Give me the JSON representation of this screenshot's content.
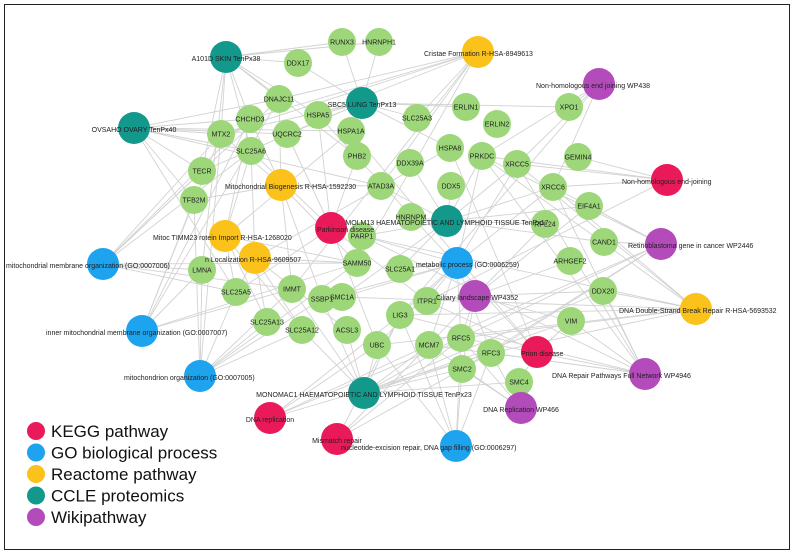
{
  "colors": {
    "kegg": "#ea1a5a",
    "go": "#1ea3ee",
    "reactome": "#fbc21c",
    "ccle": "#13988c",
    "wiki": "#b34bbb",
    "gene": "#9dd77a"
  },
  "legend": [
    {
      "label": "KEGG pathway",
      "type": "kegg"
    },
    {
      "label": "GO biological process",
      "type": "go"
    },
    {
      "label": "Reactome pathway",
      "type": "reactome"
    },
    {
      "label": "CCLE proteomics",
      "type": "ccle"
    },
    {
      "label": "Wikipathway",
      "type": "wiki"
    }
  ],
  "nodes": [
    {
      "id": "RUNX3",
      "label": "RUNX3",
      "type": "gene"
    },
    {
      "id": "HNRNPH1",
      "label": "HNRNPH1",
      "type": "gene"
    },
    {
      "id": "DDX17",
      "label": "DDX17",
      "type": "gene"
    },
    {
      "id": "DNAJC11",
      "label": "DNAJC11",
      "type": "gene"
    },
    {
      "id": "CHCHD3",
      "label": "CHCHD3",
      "type": "gene"
    },
    {
      "id": "HSPA5",
      "label": "HSPA5",
      "type": "gene"
    },
    {
      "id": "UQCRC2",
      "label": "UQCRC2",
      "type": "gene"
    },
    {
      "id": "HSPA1A",
      "label": "HSPA1A",
      "type": "gene"
    },
    {
      "id": "SLC25A3",
      "label": "SLC25A3",
      "type": "gene"
    },
    {
      "id": "ERLIN1",
      "label": "ERLIN1",
      "type": "gene"
    },
    {
      "id": "ERLIN2",
      "label": "ERLIN2",
      "type": "gene"
    },
    {
      "id": "XPO1",
      "label": "XPO1",
      "type": "gene"
    },
    {
      "id": "MTX2",
      "label": "MTX2",
      "type": "gene"
    },
    {
      "id": "SLC25A6",
      "label": "SLC25A6",
      "type": "gene"
    },
    {
      "id": "PHB2",
      "label": "PHB2",
      "type": "gene"
    },
    {
      "id": "HSPA8",
      "label": "HSPA8",
      "type": "gene"
    },
    {
      "id": "DDX39A",
      "label": "DDX39A",
      "type": "gene"
    },
    {
      "id": "PRKDC",
      "label": "PRKDC",
      "type": "gene"
    },
    {
      "id": "XRCC5",
      "label": "XRCC5",
      "type": "gene"
    },
    {
      "id": "GEMIN4",
      "label": "GEMIN4",
      "type": "gene"
    },
    {
      "id": "TECR",
      "label": "TECR",
      "type": "gene"
    },
    {
      "id": "ATAD3A",
      "label": "ATAD3A",
      "type": "gene"
    },
    {
      "id": "DDX5",
      "label": "DDX5",
      "type": "gene"
    },
    {
      "id": "XRCC6",
      "label": "XRCC6",
      "type": "gene"
    },
    {
      "id": "TFB2M",
      "label": "TFB2M",
      "type": "gene"
    },
    {
      "id": "EIF4A1",
      "label": "EIF4A1",
      "type": "gene"
    },
    {
      "id": "HNRNPM",
      "label": "HNRNPM",
      "type": "gene"
    },
    {
      "id": "RPL24",
      "label": "RPL24",
      "type": "gene"
    },
    {
      "id": "PARP1",
      "label": "PARP1",
      "type": "gene"
    },
    {
      "id": "CAND1",
      "label": "CAND1",
      "type": "gene"
    },
    {
      "id": "LMNA",
      "label": "LMNA",
      "type": "gene"
    },
    {
      "id": "ARHGEF2",
      "label": "ARHGEF2",
      "type": "gene"
    },
    {
      "id": "SAMM50",
      "label": "SAMM50",
      "type": "gene"
    },
    {
      "id": "SLC25A1",
      "label": "SLC25A1",
      "type": "gene"
    },
    {
      "id": "SLC25A5",
      "label": "SLC25A5",
      "type": "gene"
    },
    {
      "id": "IMMT",
      "label": "IMMT",
      "type": "gene"
    },
    {
      "id": "SMC1A",
      "label": "SMC1A",
      "type": "gene"
    },
    {
      "id": "DDX20",
      "label": "DDX20",
      "type": "gene"
    },
    {
      "id": "SSBP1",
      "label": "SSBP1",
      "type": "gene"
    },
    {
      "id": "ITPR1",
      "label": "ITPR1",
      "type": "gene"
    },
    {
      "id": "LIG3",
      "label": "LIG3",
      "type": "gene"
    },
    {
      "id": "SLC25A13",
      "label": "SLC25A13",
      "type": "gene"
    },
    {
      "id": "SLC25A12",
      "label": "SLC25A12",
      "type": "gene"
    },
    {
      "id": "ACSL3",
      "label": "ACSL3",
      "type": "gene"
    },
    {
      "id": "VIM",
      "label": "VIM",
      "type": "gene"
    },
    {
      "id": "RFC5",
      "label": "RFC5",
      "type": "gene"
    },
    {
      "id": "UBC",
      "label": "UBC",
      "type": "gene"
    },
    {
      "id": "MCM7",
      "label": "MCM7",
      "type": "gene"
    },
    {
      "id": "RFC3",
      "label": "RFC3",
      "type": "gene"
    },
    {
      "id": "SMC2",
      "label": "SMC2",
      "type": "gene"
    },
    {
      "id": "SMC4",
      "label": "SMC4",
      "type": "gene"
    },
    {
      "id": "A101D",
      "label": "A101D SKIN TenPx38",
      "type": "ccle"
    },
    {
      "id": "SBC5",
      "label": "SBC5 LUNG TenPx13",
      "type": "ccle"
    },
    {
      "id": "OVSAHO",
      "label": "OVSAHO OVARY TenPx40",
      "type": "ccle"
    },
    {
      "id": "MOLM13",
      "label": "MOLM13 HAEMATOPOIETIC AND LYMPHOID TISSUE TenPx17",
      "type": "ccle"
    },
    {
      "id": "MONOMAC1",
      "label": "MONOMAC1 HAEMATOPOIETIC AND LYMPHOID TISSUE TenPx23",
      "type": "ccle"
    },
    {
      "id": "CRISTAE",
      "label": "Cristae Formation R-HSA-8949613",
      "type": "reactome"
    },
    {
      "id": "MITOBIO",
      "label": "Mitochondrial Biogenesis R-HSA-1592230",
      "type": "reactome"
    },
    {
      "id": "TIMM23",
      "label": "Mitoc TIMM23 rotein Import R-HSA-1268020",
      "type": "reactome"
    },
    {
      "id": "PROTLOC",
      "label": "n Localization R-HSA-9609507",
      "type": "reactome"
    },
    {
      "id": "DSBR",
      "label": "DNA Double-Strand Break Repair R-HSA-5693532",
      "type": "reactome"
    },
    {
      "id": "PARKINSON",
      "label": "Parkinson disease",
      "type": "kegg"
    },
    {
      "id": "NHEJK",
      "label": "Non-homologous end-joining",
      "type": "kegg"
    },
    {
      "id": "PRION",
      "label": "Prion disease",
      "type": "kegg"
    },
    {
      "id": "DNAREPK",
      "label": "DNA replication",
      "type": "kegg"
    },
    {
      "id": "MISMATCH",
      "label": "Mismatch repair",
      "type": "kegg"
    },
    {
      "id": "NHEJW",
      "label": "Non-homologous end joining WP438",
      "type": "wiki"
    },
    {
      "id": "RB",
      "label": "Retinoblastoma gene in cancer WP2446",
      "type": "wiki"
    },
    {
      "id": "CILIARY",
      "label": "Ciliary landscape WP4352",
      "type": "wiki"
    },
    {
      "id": "DNAREPAIRW",
      "label": "DNA Repair Pathways Full Network WP4946",
      "type": "wiki"
    },
    {
      "id": "DNAREPW",
      "label": "DNA Replication WP466",
      "type": "wiki"
    },
    {
      "id": "MMO",
      "label": "mitochondrial membrane organization (GO:0007006)",
      "type": "go"
    },
    {
      "id": "IMMO",
      "label": "inner mitochondrial membrane organization (GO:0007007)",
      "type": "go"
    },
    {
      "id": "MITOORG",
      "label": "mitochondrion organization (GO:0007005)",
      "type": "go"
    },
    {
      "id": "METAB",
      "label": "metabolic process (GO:0006259)",
      "type": "go"
    },
    {
      "id": "NER",
      "label": "nucleotide-excision repair, DNA gap filling (GO:0006297)",
      "type": "go"
    }
  ],
  "edges": [
    [
      "A101D",
      "DDX17"
    ],
    [
      "A101D",
      "DNAJC11"
    ],
    [
      "A101D",
      "CHCHD3"
    ],
    [
      "A101D",
      "MTX2"
    ],
    [
      "A101D",
      "HSPA5"
    ],
    [
      "A101D",
      "TECR"
    ],
    [
      "A101D",
      "SLC25A6"
    ],
    [
      "A101D",
      "RUNX3"
    ],
    [
      "A101D",
      "HNRNPH1"
    ],
    [
      "A101D",
      "PHB2"
    ],
    [
      "A101D",
      "LMNA"
    ],
    [
      "SBC5",
      "HSPA5"
    ],
    [
      "SBC5",
      "HSPA1A"
    ],
    [
      "SBC5",
      "HSPA8"
    ],
    [
      "SBC5",
      "ERLIN1"
    ],
    [
      "SBC5",
      "DDX17"
    ],
    [
      "SBC5",
      "SLC25A3"
    ],
    [
      "SBC5",
      "UQCRC2"
    ],
    [
      "SBC5",
      "XPO1"
    ],
    [
      "SBC5",
      "RUNX3"
    ],
    [
      "SBC5",
      "HNRNPH1"
    ],
    [
      "SBC5",
      "MTX2"
    ],
    [
      "SBC5",
      "PHB2"
    ],
    [
      "SBC5",
      "TECR"
    ],
    [
      "OVSAHO",
      "MTX2"
    ],
    [
      "OVSAHO",
      "CHCHD3"
    ],
    [
      "OVSAHO",
      "TECR"
    ],
    [
      "OVSAHO",
      "DNAJC11"
    ],
    [
      "OVSAHO",
      "SLC25A6"
    ],
    [
      "OVSAHO",
      "UQCRC2"
    ],
    [
      "OVSAHO",
      "HSPA1A"
    ],
    [
      "OVSAHO",
      "ATAD3A"
    ],
    [
      "OVSAHO",
      "SLC25A5"
    ],
    [
      "OVSAHO",
      "TFB2M"
    ],
    [
      "CRISTAE",
      "CHCHD3"
    ],
    [
      "CRISTAE",
      "DNAJC11"
    ],
    [
      "CRISTAE",
      "MTX2"
    ],
    [
      "CRISTAE",
      "SAMM50"
    ],
    [
      "CRISTAE",
      "IMMT"
    ],
    [
      "CRISTAE",
      "HSPA5"
    ],
    [
      "CRISTAE",
      "SLC25A3"
    ],
    [
      "CRISTAE",
      "ATAD3A"
    ],
    [
      "MITOBIO",
      "CHCHD3"
    ],
    [
      "MITOBIO",
      "MTX2"
    ],
    [
      "MITOBIO",
      "SAMM50"
    ],
    [
      "MITOBIO",
      "IMMT"
    ],
    [
      "MITOBIO",
      "TFB2M"
    ],
    [
      "MITOBIO",
      "DNAJC11"
    ],
    [
      "MITOBIO",
      "ATAD3A"
    ],
    [
      "MITOBIO",
      "SSBP1"
    ],
    [
      "TIMM23",
      "SLC25A6"
    ],
    [
      "TIMM23",
      "SAMM50"
    ],
    [
      "TIMM23",
      "CHCHD3"
    ],
    [
      "TIMM23",
      "SLC25A12"
    ],
    [
      "TIMM23",
      "SLC25A13"
    ],
    [
      "TIMM23",
      "HSPA1A"
    ],
    [
      "TIMM23",
      "SLC25A5"
    ],
    [
      "PROTLOC",
      "SLC25A6"
    ],
    [
      "PROTLOC",
      "SLC25A5"
    ],
    [
      "PROTLOC",
      "SAMM50"
    ],
    [
      "PROTLOC",
      "SLC25A12"
    ],
    [
      "PROTLOC",
      "SLC25A13"
    ],
    [
      "PROTLOC",
      "ACSL3"
    ],
    [
      "PROTLOC",
      "HSPA8"
    ],
    [
      "PARKINSON",
      "SLC25A6"
    ],
    [
      "PARKINSON",
      "UQCRC2"
    ],
    [
      "PARKINSON",
      "SLC25A5"
    ],
    [
      "PARKINSON",
      "UBC"
    ],
    [
      "PARKINSON",
      "HSPA5"
    ],
    [
      "PARKINSON",
      "ITPR1"
    ],
    [
      "PARKINSON",
      "PHB2"
    ],
    [
      "MMO",
      "SAMM50"
    ],
    [
      "MMO",
      "CHCHD3"
    ],
    [
      "MMO",
      "MTX2"
    ],
    [
      "MMO",
      "IMMT"
    ],
    [
      "MMO",
      "LMNA"
    ],
    [
      "MMO",
      "SLC25A6"
    ],
    [
      "MMO",
      "DNAJC11"
    ],
    [
      "MMO",
      "SLC25A5"
    ],
    [
      "MMO",
      "TECR"
    ],
    [
      "IMMO",
      "CHCHD3"
    ],
    [
      "IMMO",
      "IMMT"
    ],
    [
      "IMMO",
      "DNAJC11"
    ],
    [
      "IMMO",
      "SAMM50"
    ],
    [
      "IMMO",
      "MTX2"
    ],
    [
      "IMMO",
      "TFB2M"
    ],
    [
      "IMMO",
      "LMNA"
    ],
    [
      "MITOORG",
      "SAMM50"
    ],
    [
      "MITOORG",
      "TFB2M"
    ],
    [
      "MITOORG",
      "SSBP1"
    ],
    [
      "MITOORG",
      "SLC25A5"
    ],
    [
      "MITOORG",
      "IMMT"
    ],
    [
      "MITOORG",
      "LMNA"
    ],
    [
      "MITOORG",
      "SLC25A13"
    ],
    [
      "MITOORG",
      "SLC25A12"
    ],
    [
      "MITOORG",
      "MTX2"
    ],
    [
      "MOLM13",
      "DDX5"
    ],
    [
      "MOLM13",
      "DDX39A"
    ],
    [
      "MOLM13",
      "PARP1"
    ],
    [
      "MOLM13",
      "XRCC5"
    ],
    [
      "MOLM13",
      "XRCC6"
    ],
    [
      "MOLM13",
      "HNRNPM"
    ],
    [
      "MOLM13",
      "SMC1A"
    ],
    [
      "MOLM13",
      "RPL24"
    ],
    [
      "MOLM13",
      "PRKDC"
    ],
    [
      "MOLM13",
      "ATAD3A"
    ],
    [
      "MOLM13",
      "SLC25A1"
    ],
    [
      "MOLM13",
      "CAND1"
    ],
    [
      "MOLM13",
      "EIF4A1"
    ],
    [
      "MONOMAC1",
      "MCM7"
    ],
    [
      "MONOMAC1",
      "RFC5"
    ],
    [
      "MONOMAC1",
      "SMC2"
    ],
    [
      "MONOMAC1",
      "SMC4"
    ],
    [
      "MONOMAC1",
      "UBC"
    ],
    [
      "MONOMAC1",
      "LIG3"
    ],
    [
      "MONOMAC1",
      "SSBP1"
    ],
    [
      "MONOMAC1",
      "IMMT"
    ],
    [
      "MONOMAC1",
      "ACSL3"
    ],
    [
      "MONOMAC1",
      "RFC3"
    ],
    [
      "MONOMAC1",
      "VIM"
    ],
    [
      "MONOMAC1",
      "SLC25A12"
    ],
    [
      "MONOMAC1",
      "DDX20"
    ],
    [
      "METAB",
      "PARP1"
    ],
    [
      "METAB",
      "XRCC5"
    ],
    [
      "METAB",
      "XRCC6"
    ],
    [
      "METAB",
      "LIG3"
    ],
    [
      "METAB",
      "PRKDC"
    ],
    [
      "METAB",
      "RFC5"
    ],
    [
      "METAB",
      "RFC3"
    ],
    [
      "METAB",
      "MCM7"
    ],
    [
      "METAB",
      "SMC1A"
    ],
    [
      "METAB",
      "SLC25A1"
    ],
    [
      "METAB",
      "ITPR1"
    ],
    [
      "METAB",
      "UBC"
    ],
    [
      "METAB",
      "SSBP1"
    ],
    [
      "CILIARY",
      "RFC5"
    ],
    [
      "CILIARY",
      "MCM7"
    ],
    [
      "CILIARY",
      "ARHGEF2"
    ],
    [
      "CILIARY",
      "DDX20"
    ],
    [
      "CILIARY",
      "SMC2"
    ],
    [
      "CILIARY",
      "EIF4A1"
    ],
    [
      "CILIARY",
      "RPL24"
    ],
    [
      "CILIARY",
      "VIM"
    ],
    [
      "CILIARY",
      "ITPR1"
    ],
    [
      "NHEJW",
      "XRCC5"
    ],
    [
      "NHEJW",
      "XRCC6"
    ],
    [
      "NHEJW",
      "PRKDC"
    ],
    [
      "NHEJW",
      "LIG3"
    ],
    [
      "NHEJW",
      "XPO1"
    ],
    [
      "NHEJK",
      "XRCC5"
    ],
    [
      "NHEJK",
      "XRCC6"
    ],
    [
      "NHEJK",
      "PRKDC"
    ],
    [
      "NHEJK",
      "LIG3"
    ],
    [
      "NHEJK",
      "GEMIN4"
    ],
    [
      "RB",
      "MCM7"
    ],
    [
      "RB",
      "RFC3"
    ],
    [
      "RB",
      "RFC5"
    ],
    [
      "RB",
      "SMC2"
    ],
    [
      "RB",
      "PRKDC"
    ],
    [
      "RB",
      "XRCC6"
    ],
    [
      "RB",
      "EIF4A1"
    ],
    [
      "RB",
      "CAND1"
    ],
    [
      "DSBR",
      "XRCC5"
    ],
    [
      "DSBR",
      "XRCC6"
    ],
    [
      "DSBR",
      "PRKDC"
    ],
    [
      "DSBR",
      "PARP1"
    ],
    [
      "DSBR",
      "LIG3"
    ],
    [
      "DSBR",
      "RFC5"
    ],
    [
      "DSBR",
      "RFC3"
    ],
    [
      "DSBR",
      "UBC"
    ],
    [
      "DSBR",
      "SMC1A"
    ],
    [
      "DSBR",
      "DDX20"
    ],
    [
      "DNAREPAIRW",
      "XRCC5"
    ],
    [
      "DNAREPAIRW",
      "XRCC6"
    ],
    [
      "DNAREPAIRW",
      "PARP1"
    ],
    [
      "DNAREPAIRW",
      "LIG3"
    ],
    [
      "DNAREPAIRW",
      "RFC5"
    ],
    [
      "DNAREPAIRW",
      "RFC3"
    ],
    [
      "DNAREPAIRW",
      "MCM7"
    ],
    [
      "DNAREPAIRW",
      "PRKDC"
    ],
    [
      "DNAREPAIRW",
      "DDX20"
    ],
    [
      "DNAREPAIRW",
      "VIM"
    ],
    [
      "PRION",
      "HSPA5"
    ],
    [
      "PRION",
      "HSPA1A"
    ],
    [
      "PRION",
      "HSPA8"
    ],
    [
      "PRION",
      "VIM"
    ],
    [
      "PRION",
      "ITPR1"
    ],
    [
      "PRION",
      "SMC4"
    ],
    [
      "DNAREPW",
      "MCM7"
    ],
    [
      "DNAREPW",
      "RFC5"
    ],
    [
      "DNAREPW",
      "RFC3"
    ],
    [
      "DNAREPW",
      "SMC2"
    ],
    [
      "DNAREPW",
      "SMC4"
    ],
    [
      "DNAREPK",
      "MCM7"
    ],
    [
      "DNAREPK",
      "RFC5"
    ],
    [
      "DNAREPK",
      "RFC3"
    ],
    [
      "DNAREPK",
      "LIG3"
    ],
    [
      "DNAREPK",
      "UBC"
    ],
    [
      "MISMATCH",
      "RFC5"
    ],
    [
      "MISMATCH",
      "RFC3"
    ],
    [
      "MISMATCH",
      "MCM7"
    ],
    [
      "MISMATCH",
      "LIG3"
    ],
    [
      "NER",
      "RFC5"
    ],
    [
      "NER",
      "RFC3"
    ],
    [
      "NER",
      "UBC"
    ],
    [
      "NER",
      "LIG3"
    ],
    [
      "NER",
      "MCM7"
    ],
    [
      "NER",
      "SMC2"
    ]
  ]
}
